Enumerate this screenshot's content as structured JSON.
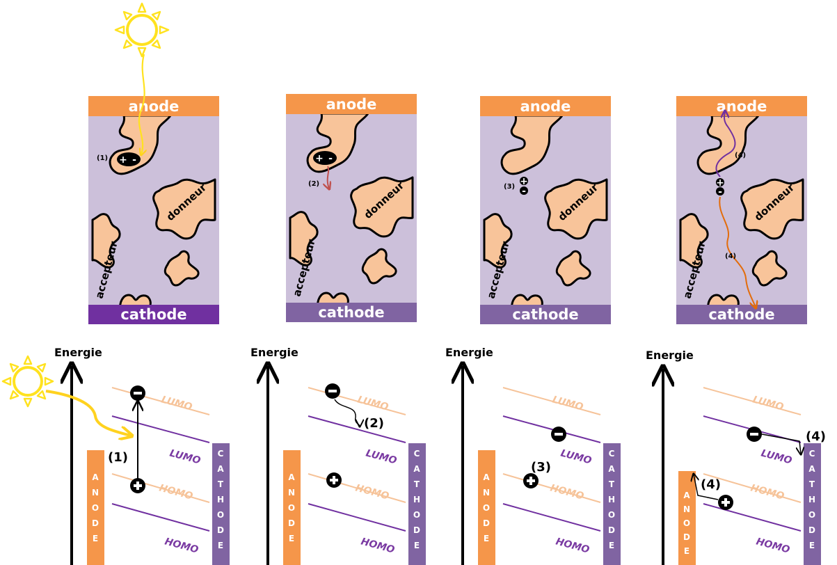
{
  "labels": {
    "anode": "anode",
    "cathode": "cathode",
    "donor": "donneur",
    "acceptor": "accepteur",
    "energy": "Energie",
    "lumo": "LUMO",
    "homo": "HOMO",
    "anode_vertical": "ANODE",
    "cathode_vertical": "CATHODE",
    "plus": "+",
    "minus": "-"
  },
  "steps": {
    "s1": "(1)",
    "s2": "(2)",
    "s3": "(3)",
    "s4": "(4)"
  },
  "colors": {
    "anode": "#f5964a",
    "cathode_first": "#7030a0",
    "cathode": "#8064a2",
    "blend_bg": "#ccc0da",
    "donor": "#f8c49a",
    "sun": "#ffe21f",
    "lumo_peach": "#f6c399",
    "lumo_purple": "#7030a0",
    "hole_path": "#7030a0",
    "electron_path": "#e36c0a",
    "diffusion_path": "#c0504d"
  }
}
